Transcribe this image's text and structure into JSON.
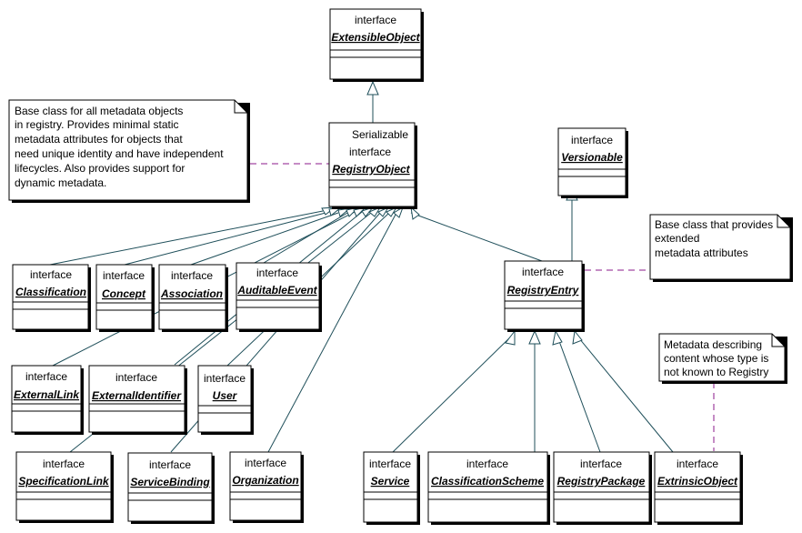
{
  "stereotype": "interface",
  "classes": {
    "extensible_object": {
      "stereotype": "interface",
      "name": "ExtensibleObject"
    },
    "registry_object": {
      "stereotype_top": "Serializable",
      "stereotype": "interface",
      "name": "RegistryObject"
    },
    "versionable": {
      "stereotype": "interface",
      "name": "Versionable"
    },
    "registry_entry": {
      "stereotype": "interface",
      "name": "RegistryEntry"
    },
    "classification": {
      "stereotype": "interface",
      "name": "Classification"
    },
    "concept": {
      "stereotype": "interface",
      "name": "Concept"
    },
    "association": {
      "stereotype": "interface",
      "name": "Association"
    },
    "auditable_event": {
      "stereotype": "interface",
      "name": "AuditableEvent"
    },
    "external_link": {
      "stereotype": "interface",
      "name": "ExternalLink"
    },
    "external_identifier": {
      "stereotype": "interface",
      "name": "ExternalIdentifier"
    },
    "user": {
      "stereotype": "interface",
      "name": "User"
    },
    "specification_link": {
      "stereotype": "interface",
      "name": "SpecificationLink"
    },
    "service_binding": {
      "stereotype": "interface",
      "name": "ServiceBinding"
    },
    "organization": {
      "stereotype": "interface",
      "name": "Organization"
    },
    "service": {
      "stereotype": "interface",
      "name": "Service"
    },
    "classification_scheme": {
      "stereotype": "interface",
      "name": "ClassificationScheme"
    },
    "registry_package": {
      "stereotype": "interface",
      "name": "RegistryPackage"
    },
    "extrinsic_object": {
      "stereotype": "interface",
      "name": "ExtrinsicObject"
    }
  },
  "notes": {
    "registry_object_note": {
      "lines": [
        "Base class for all metadata objects",
        "in registry. Provides minimal static",
        "metadata attributes for objects that",
        "need unique identity and have independent",
        "lifecycles. Also provides support for",
        "dynamic metadata."
      ]
    },
    "registry_entry_note": {
      "lines": [
        "Base class that provides",
        "extended",
        "metadata attributes"
      ]
    },
    "extrinsic_object_note": {
      "lines": [
        "Metadata describing",
        "content whose type is",
        "not known to Registry"
      ]
    }
  }
}
